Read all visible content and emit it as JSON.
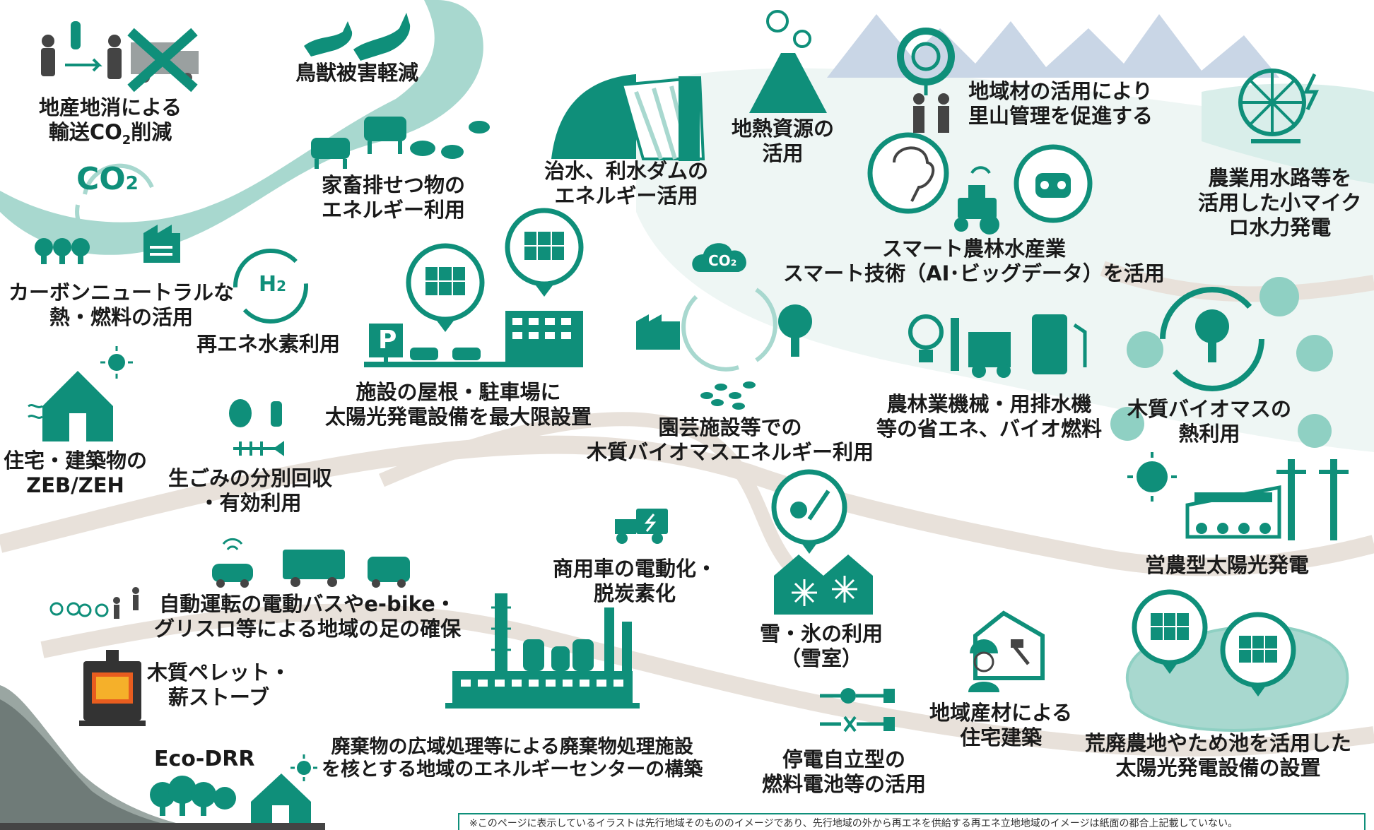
{
  "colors": {
    "teal": "#0f8f7a",
    "light_teal": "#a8d8cf",
    "pale_teal": "#e3f2ef",
    "road": "#e8e1da",
    "mountain": "#c9d6e6",
    "text": "#1a1a1a"
  },
  "labels": {
    "local_consumption": [
      "地産地消による",
      "輸送CO",
      "2",
      "削減"
    ],
    "wildlife": [
      "鳥獣被害軽減"
    ],
    "livestock": [
      "家畜排せつ物の",
      "エネルギー利用"
    ],
    "dam": [
      "治水、利水ダムの",
      "エネルギー活用"
    ],
    "geothermal": [
      "地熱資源の",
      "活用"
    ],
    "local_wood": [
      "地域材の活用により",
      "里山管理を促進する"
    ],
    "micro_hydro": [
      "農業用水路等を",
      "活用した小マイク",
      "ロ水力発電"
    ],
    "carbon_neutral": [
      "カーボンニュートラルな",
      "熱・燃料の活用"
    ],
    "hydrogen": [
      "再エネ水素利用"
    ],
    "smart": [
      "スマート農林水産業",
      "スマート技術（AI･ビッグデータ）を活用"
    ],
    "rooftop_solar": [
      "施設の屋根・駐車場に",
      "太陽光発電設備を最大限設置"
    ],
    "horticulture": [
      "園芸施設等での",
      "木質バイオマスエネルギー利用"
    ],
    "machinery": [
      "農林業機械・用排水機",
      "等の省エネ、バイオ燃料"
    ],
    "wood_biomass_heat": [
      "木質バイオマスの",
      "熱利用"
    ],
    "zeb": [
      "住宅・建築物の",
      "ZEB/ZEH"
    ],
    "garbage": [
      "生ごみの分別回収",
      "・有効利用"
    ],
    "agrivoltaic": [
      "営農型太陽光発電"
    ],
    "commercial_ev": [
      "商用車の電動化・",
      "脱炭素化"
    ],
    "mobility": [
      "自動運転の電動バスやe-bike・",
      "グリスロ等による地域の足の確保"
    ],
    "snow": [
      "雪・氷の利用",
      "（雪室）"
    ],
    "pellet": [
      "木質ペレット・",
      "薪ストーブ"
    ],
    "waste_center": [
      "廃棄物の広域処理等による廃棄物処理施設",
      "を核とする地域のエネルギーセンターの構築"
    ],
    "fuel_cell": [
      "停電自立型の",
      "燃料電池等の活用"
    ],
    "local_housing": [
      "地域産材による",
      "住宅建築"
    ],
    "abandoned_farmland": [
      "荒廃農地やため池を活用した",
      "太陽光発電設備の設置"
    ],
    "eco_drr": [
      "Eco-DRR"
    ]
  },
  "icon_text": {
    "co2_big": "CO",
    "co2_big_sub": "2",
    "co2_cloud": "CO₂",
    "h2": "H",
    "h2_sub": "2",
    "parking": "P"
  },
  "footnote": "※このページに表示しているイラストは先行地域そのもののイメージであり、先行地域の外から再エネを供給する再エネ立地地域のイメージは紙面の都合上記載していない。"
}
